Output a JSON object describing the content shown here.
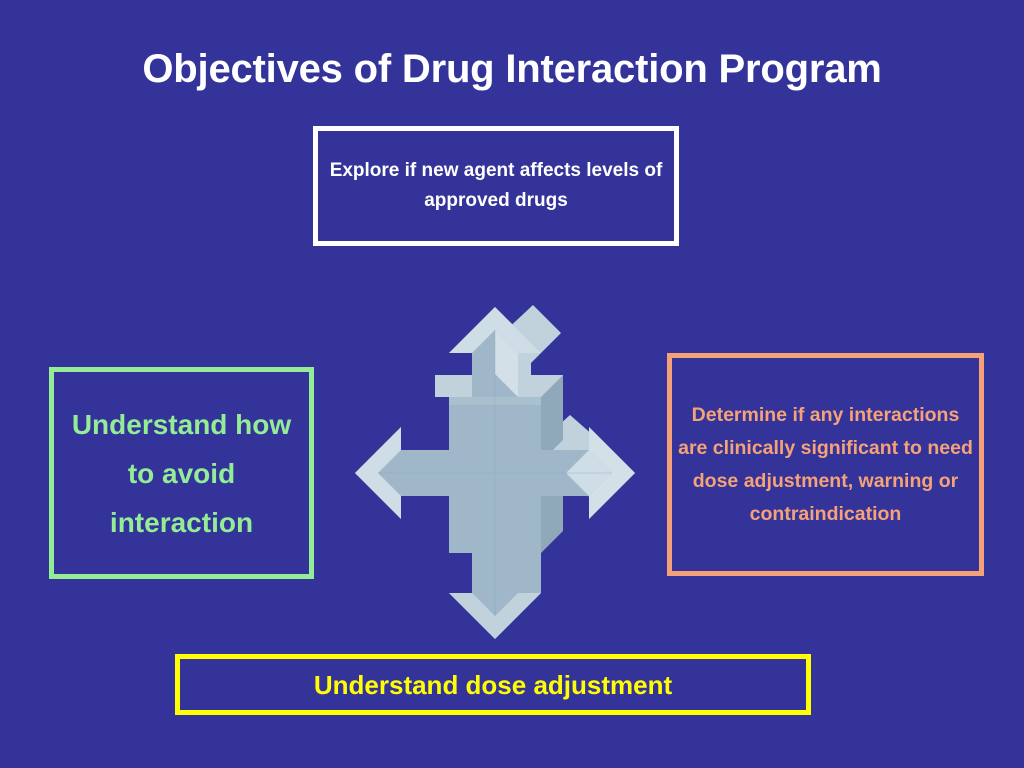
{
  "slide": {
    "title": "Objectives of Drug Interaction Program",
    "background_color": "#333399"
  },
  "boxes": {
    "explore": {
      "text": "Explore if new agent affects levels of approved drugs",
      "lines": [
        "Explore if new agent",
        "affects levels of",
        "approved drugs"
      ],
      "text_color": "#ffffff",
      "border_color": "#ffffff"
    },
    "understand_avoid": {
      "text": "Understand how to avoid interaction",
      "lines": [
        "Understand",
        "how to",
        "avoid",
        "interaction"
      ],
      "text_color": "#94ec97",
      "border_color": "#94ec97"
    },
    "determine": {
      "text": "Determine if any interactions are clinically significant to need dose adjustment, warning or contraindication",
      "lines": [
        "Determine if any",
        "interactions are",
        "clinically significant to",
        "need dose",
        "adjustment, warning",
        "or contraindication"
      ],
      "text_color": "#f6a278",
      "border_color": "#f6a278"
    },
    "dose_adjustment": {
      "text": "Understand dose adjustment",
      "lines": [
        "Understand dose adjustment"
      ],
      "text_color": "#ffff00",
      "border_color": "#ffff00"
    }
  },
  "graphic": {
    "name": "four-way-arrow",
    "description": "3D four-directional arrow pointing up, down, left and right",
    "face_color": "#9fb7c8",
    "highlight_color": "#d4e0e8",
    "bevel_color": "#c2d2dd",
    "shade_color": "#8ba5b7"
  }
}
